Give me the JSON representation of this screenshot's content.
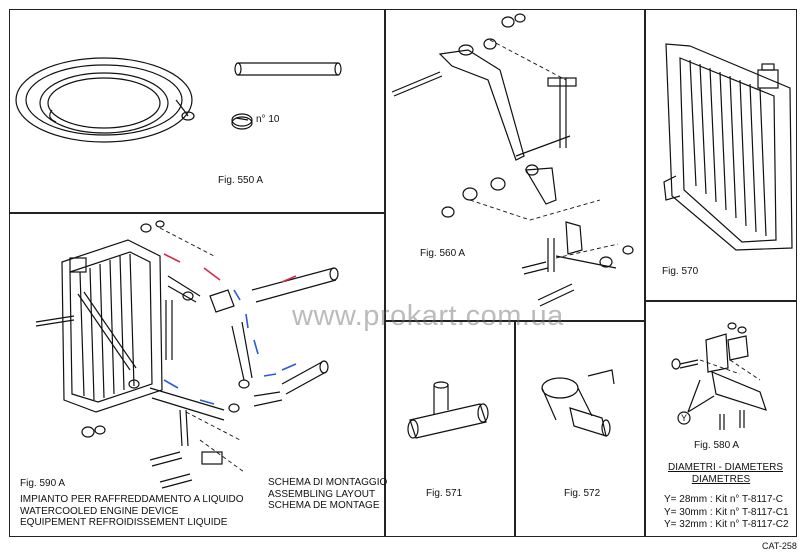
{
  "figures": {
    "fig550a": {
      "label": "Fig. 550 A",
      "note": "n° 10"
    },
    "fig560a": {
      "label": "Fig. 560 A"
    },
    "fig570": {
      "label": "Fig. 570"
    },
    "fig590a": {
      "label": "Fig. 590 A"
    },
    "fig571": {
      "label": "Fig. 571"
    },
    "fig572": {
      "label": "Fig. 572"
    },
    "fig580a": {
      "label": "Fig. 580 A"
    }
  },
  "titles": {
    "cooling": [
      "IMPIANTO PER RAFFREDDAMENTO A LIQUIDO",
      "WATERCOOLED ENGINE DEVICE",
      "EQUIPEMENT REFROIDISSEMENT LIQUIDE"
    ],
    "layout": [
      "SCHEMA DI MONTAGGIO",
      "ASSEMBLING LAYOUT",
      "SCHEMA DE MONTAGE"
    ]
  },
  "diameters": {
    "heading1": "DIAMETRI - DIAMETERS",
    "heading2": "DIAMETRES",
    "rows": [
      "Y= 28mm : Kit n° T-8117-C",
      "Y= 30mm : Kit n° T-8117-C1",
      "Y= 32mm : Kit n° T-8117-C2"
    ]
  },
  "callout": "Y",
  "watermark": "www.prokart.com.ua",
  "page_code": "CAT-258"
}
